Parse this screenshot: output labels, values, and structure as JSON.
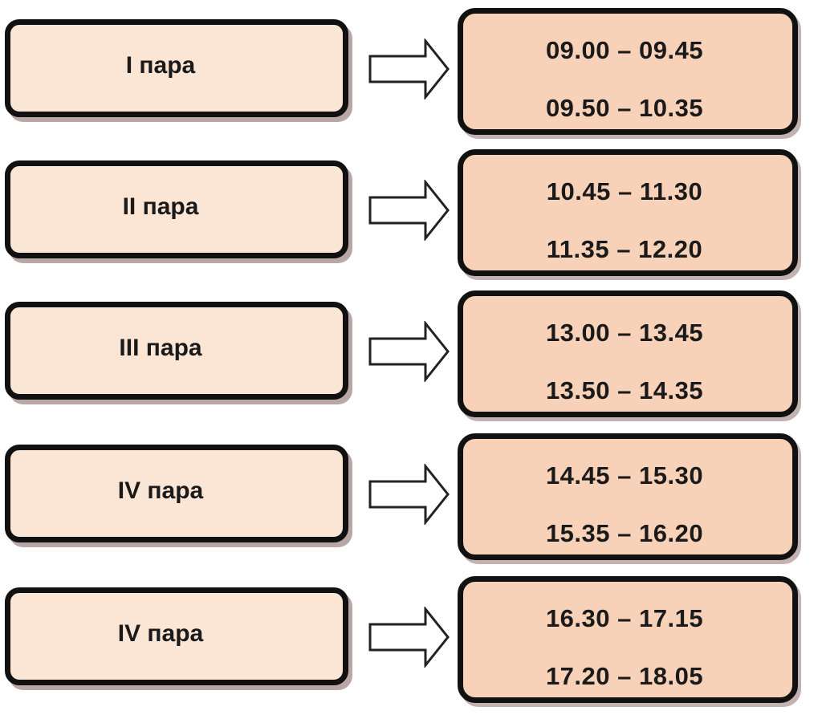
{
  "schedule": {
    "rows": [
      {
        "label": "I пара",
        "start": "09.00 – 09.45",
        "end": "09.50 – 10.35"
      },
      {
        "label": "II пара",
        "start": "10.45 – 11.30",
        "end": "11.35 – 12.20"
      },
      {
        "label": "III пара",
        "start": "13.00 – 13.45",
        "end": "13.50 – 14.35"
      },
      {
        "label": "IV пара",
        "start": "14.45 – 15.30",
        "end": "15.35 – 16.20"
      },
      {
        "label": "IV пара",
        "start": "16.30 – 17.15",
        "end": "17.20 – 18.05"
      }
    ]
  },
  "colors": {
    "label_fill": "#fbe6d6",
    "time_fill": "#f8d2b8",
    "border": "#111111",
    "shadow": "#b9a6a6"
  },
  "icons": {
    "arrow": "right-arrow-icon"
  }
}
